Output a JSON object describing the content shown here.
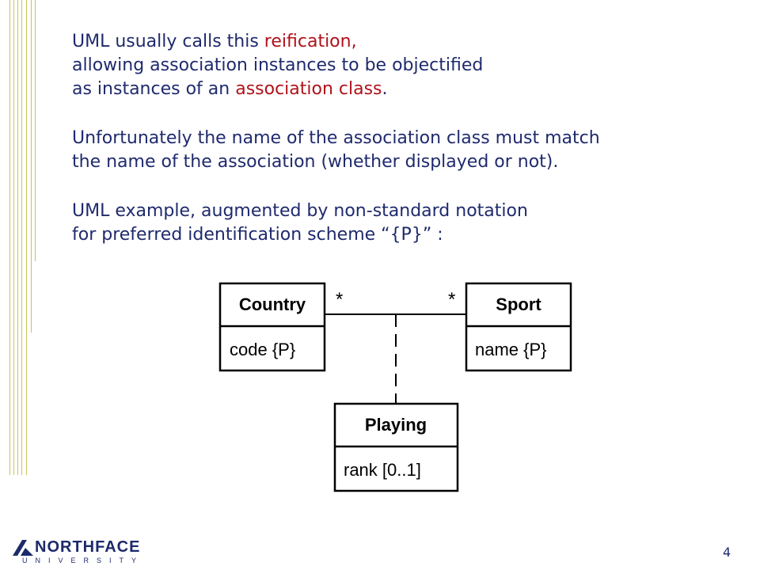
{
  "slide": {
    "p1": {
      "line1_a": "UML usually calls this ",
      "line1_b": "reification,",
      "line2": "allowing association instances to be objectified",
      "line3_a": "as instances of an ",
      "line3_b": "association class",
      "line3_c": "."
    },
    "p2": {
      "line1": "Unfortunately the name of the association class must match",
      "line2": "the name of the association (whether displayed or not)."
    },
    "p3": {
      "line1": "UML example, augmented by non-standard notation",
      "line2": "for preferred identification scheme “{P}” :"
    },
    "page_number": "4"
  },
  "colors": {
    "body_text": "#1f2a6d",
    "highlight": "#b0121b",
    "decor_lines": "#c9c35a"
  },
  "diagram": {
    "country": {
      "name": "Country",
      "attribute": "code {P}"
    },
    "sport": {
      "name": "Sport",
      "attribute": "name {P}"
    },
    "playing": {
      "name": "Playing",
      "attribute": "rank [0..1]"
    },
    "multiplicity_left": "*",
    "multiplicity_right": "*"
  },
  "logo": {
    "name": "NORTHFACE",
    "sub": "UNIVERSITY"
  }
}
